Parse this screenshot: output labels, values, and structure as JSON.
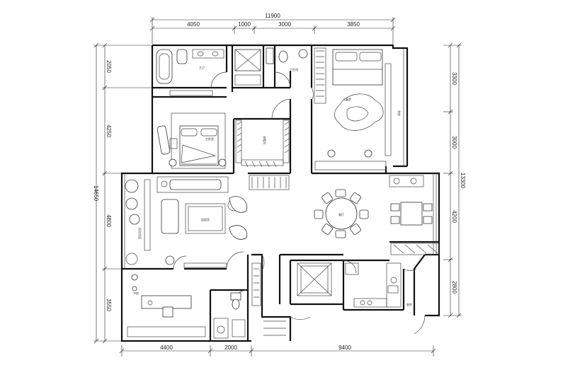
{
  "dimensions": {
    "top_total": "11900",
    "top": [
      "4050",
      "1000",
      "3000",
      "3850"
    ],
    "bottom": [
      "4400",
      "2000",
      "9400"
    ],
    "left_total": "14650",
    "left": [
      "2050",
      "4250",
      "4800",
      "3550"
    ],
    "right_total": "13300",
    "right": [
      "3300",
      "3000",
      "4200",
      "2800"
    ]
  },
  "rooms": {
    "master_bath": "主卫",
    "master_bedroom": "主卧室",
    "walk_in_closet": "衣帽间",
    "bath2": "卫生间",
    "bedroom2": "儿童房",
    "study_tag": "书房",
    "living_room": "起居室",
    "dining_room": "餐厅",
    "balcony": "阳台花园",
    "study_room": "书房",
    "kitchen_tag": "厨房"
  }
}
